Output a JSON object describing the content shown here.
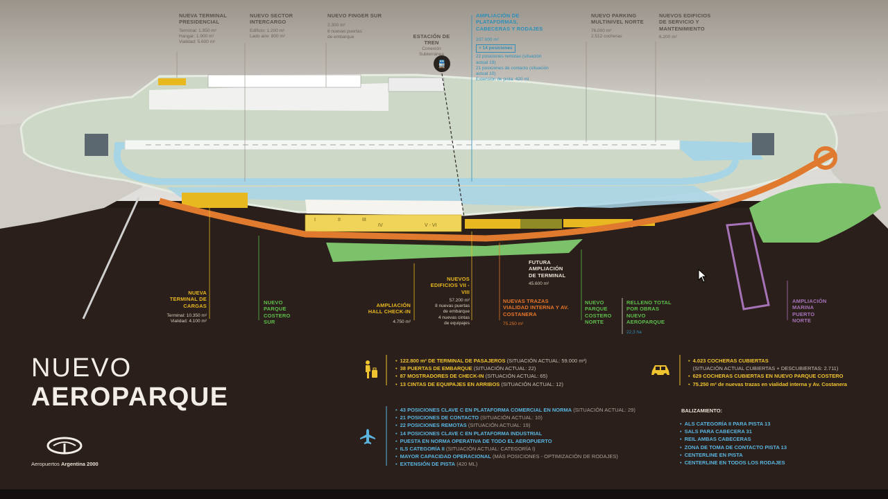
{
  "map": {
    "colors": {
      "sky_top": "#8a857d",
      "river": "#2a1f1a",
      "land": "#c9d3c2",
      "airfield": "#d7e2d3",
      "taxiway": "#a8d5e6",
      "runway": "#f4f6f4",
      "yellow": "#e8b820",
      "orange": "#e07a2e",
      "green": "#7cc26a",
      "purple": "#a773b8"
    }
  },
  "labels": {
    "terminal_presidencial": {
      "title": "Nueva Terminal Presidencial",
      "lines": [
        "Terminal:  1.950 m²",
        "Hangar:  1.900 m²",
        "Vialidad:  5.600 m²"
      ]
    },
    "sector_intercargo": {
      "title": "Nuevo Sector Intercargo",
      "lines": [
        "Edificio: 1.200 m²",
        "Lado aire: 800 m²"
      ]
    },
    "finger_sur": {
      "title": "Nuevo Finger Sur",
      "lines": [
        "2.300 m²",
        "6 nuevas puertas",
        "de embarque"
      ]
    },
    "estacion_tren": {
      "title": "Estación de Tren",
      "lines": [
        "Conexión",
        "Subterránea"
      ]
    },
    "plataformas": {
      "title": "Ampliación de Plataformas, Cabeceras y Rodajes",
      "lines": [
        "207.000 m²"
      ],
      "badge": "+ 14 posiciones",
      "extra": [
        "22 posiciones remotas (situación actual 19)",
        "21 posiciones de contacto (situación actual 10)",
        "Extensión de pista: 420 ml"
      ]
    },
    "parking_norte": {
      "title": "Nuevo Parking Multinivel Norte",
      "lines": [
        "76.000 m²",
        "2.512 cocheras"
      ]
    },
    "edificios_servicio": {
      "title": "Nuevos Edificios de Servicio y Mantenimiento",
      "lines": [
        "6.200 m²"
      ]
    },
    "terminal_cargas": {
      "title": "Nueva Terminal de Cargas",
      "lines": [
        "Terminal: 10.350 m²",
        "Vialidad: 4.100 m²"
      ]
    },
    "parque_sur": {
      "title": "Nuevo Parque Costero Sur",
      "lines": []
    },
    "hall_checkin": {
      "title": "Ampliación Hall Check-in",
      "lines": [
        "4.750 m²"
      ]
    },
    "edificios_vii_viii": {
      "title": "Nuevos Edificios VII - VIII",
      "lines": [
        "57.200 m²",
        "8 nuevas puertas",
        "de embarque",
        "4 nuevas cintas",
        "de equipajes"
      ]
    },
    "futura_terminal": {
      "title": "Futura Ampliación de Terminal",
      "lines": [
        "45.600 m²"
      ]
    },
    "trazas": {
      "title": "Nuevas Trazas Vialidad Interna y Av. Costanera",
      "lines": [
        "75.250 m²"
      ]
    },
    "parque_norte": {
      "title": "Nuevo Parque Costero Norte",
      "lines": []
    },
    "relleno": {
      "title": "Relleno Total por Obras Nuevo Aeroparque",
      "lines": [
        "22,3 ha"
      ]
    },
    "marina": {
      "title": "Ampliación Marina Puerto Norte",
      "lines": []
    }
  },
  "terminal_sections": [
    "I",
    "II",
    "III",
    "IV",
    "V - VI"
  ],
  "title": {
    "line1": "NUEVO",
    "line2": "AEROPARQUE"
  },
  "logo": {
    "text_prefix": "Aeropuertos ",
    "text_bold": "Argentina 2000"
  },
  "passenger_stats": [
    {
      "bold": "122.800 m² DE TERMINAL DE PASAJEROS",
      "rest": " (SITUACIÓN ACTUAL: 59.000 m²)"
    },
    {
      "bold": "38 PUERTAS DE EMBARQUE",
      "rest": " (SITUACIÓN ACTUAL: 22)"
    },
    {
      "bold": "87 MOSTRADORES DE CHECK-IN",
      "rest": " (SITUACIÓN ACTUAL: 65)"
    },
    {
      "bold": "13 CINTAS DE EQUIPAJES EN ARRIBOS",
      "rest": " (SITUACIÓN ACTUAL: 12)"
    }
  ],
  "parking_stats": [
    {
      "bold": "4.023 COCHERAS CUBIERTAS",
      "rest": ""
    },
    {
      "bold": "",
      "rest": "(SITUACIÓN ACTUAL CUBIERTAS + DESCUBIERTAS: 2.711)"
    },
    {
      "bold": "629 COCHERAS CUBIERTAS EN NUEVO PARQUE COSTERO",
      "rest": ""
    },
    {
      "bold": "75.250 m² de nuevas trazas en vialidad interna y Av. Costanera",
      "rest": ""
    }
  ],
  "aviation_stats": [
    {
      "bold": "43 POSICIONES CLAVE C EN PLATAFORMA COMERCIAL EN NORMA",
      "rest": " (SITUACIÓN ACTUAL: 29)"
    },
    {
      "bold": "21 POSICIONES DE CONTACTO",
      "rest": " (SITUACIÓN ACTUAL: 10)"
    },
    {
      "bold": "22 POSICIONES REMOTAS",
      "rest": " (SITUACIÓN ACTUAL: 19)"
    },
    {
      "bold": "14 POSICIONES CLAVE C EN PLATAFORMA INDUSTRIAL",
      "rest": ""
    },
    {
      "bold": "PUESTA EN NORMA OPERATIVA DE TODO EL AEROPUERTO",
      "rest": ""
    },
    {
      "bold": "ILS CATEGORÍA II",
      "rest": " (SITUACIÓN ACTUAL: CATEGORÍA I)"
    },
    {
      "bold": "MAYOR CAPACIDAD OPERACIONAL",
      "rest": " (MÁS POSICIONES - OPTIMIZACIÓN DE RODAJES)"
    },
    {
      "bold": "EXTENSIÓN DE PISTA",
      "rest": " (420 ML)"
    }
  ],
  "balizamiento": {
    "title": "BALIZAMIENTO:",
    "items": [
      "ALS CATEGORÍA II PARA PISTA 13",
      "SALS PARA CABECERA 31",
      "REIL AMBAS CABECERAS",
      "ZONA DE TOMA DE CONTACTO PISTA 13",
      "CENTERLINE EN PISTA",
      "CENTERLINE EN TODOS LOS RODAJES"
    ]
  },
  "icons": {
    "passenger": "traveler-luggage-icon",
    "car": "car-icon",
    "plane": "airplane-icon",
    "train": "train-icon",
    "cursor": "mouse-cursor-icon"
  }
}
